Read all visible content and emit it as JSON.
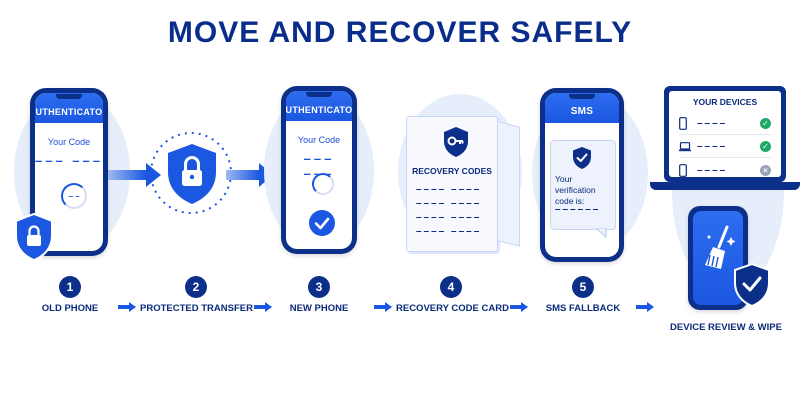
{
  "title": "MOVE AND RECOVER SAFELY",
  "steps": [
    {
      "num": "1",
      "label": "OLD PHONE"
    },
    {
      "num": "2",
      "label": "PROTECTED TRANSFER"
    },
    {
      "num": "3",
      "label": "NEW PHONE"
    },
    {
      "num": "4",
      "label": "RECOVERY CODE CARD"
    },
    {
      "num": "5",
      "label": "SMS FALLBACK"
    },
    {
      "num": "",
      "label": "DEVICE REVIEW & WIPE"
    }
  ],
  "old_phone": {
    "header": "AUTHENTICATOR",
    "label": "Your Code",
    "code": "––– –––",
    "timer": "– –"
  },
  "new_phone": {
    "header": "AUTHENTICATOR",
    "label": "Your Code",
    "code": "––– –––"
  },
  "recovery_card": {
    "title": "RECOVERY CODES",
    "rows": [
      "–––– ––––",
      "–––– ––––",
      "–––– ––––",
      "–––– ––––"
    ]
  },
  "sms_phone": {
    "header": "SMS",
    "message": "Your verification code is:",
    "code": "––––––"
  },
  "devices": {
    "title": "YOUR DEVICES",
    "rows": [
      "––––",
      "––––",
      "––––"
    ],
    "statuses": [
      "ok",
      "ok",
      "removed"
    ]
  },
  "colors": {
    "navy": "#0c2f8a",
    "blue": "#1b57e0",
    "light": "#e6eefc",
    "green": "#1fa968",
    "gray": "#9aa3b5"
  },
  "icons": [
    "lock-shield-icon",
    "key-shield-icon",
    "check-shield-icon",
    "broom-icon",
    "arrow-right-icon"
  ]
}
